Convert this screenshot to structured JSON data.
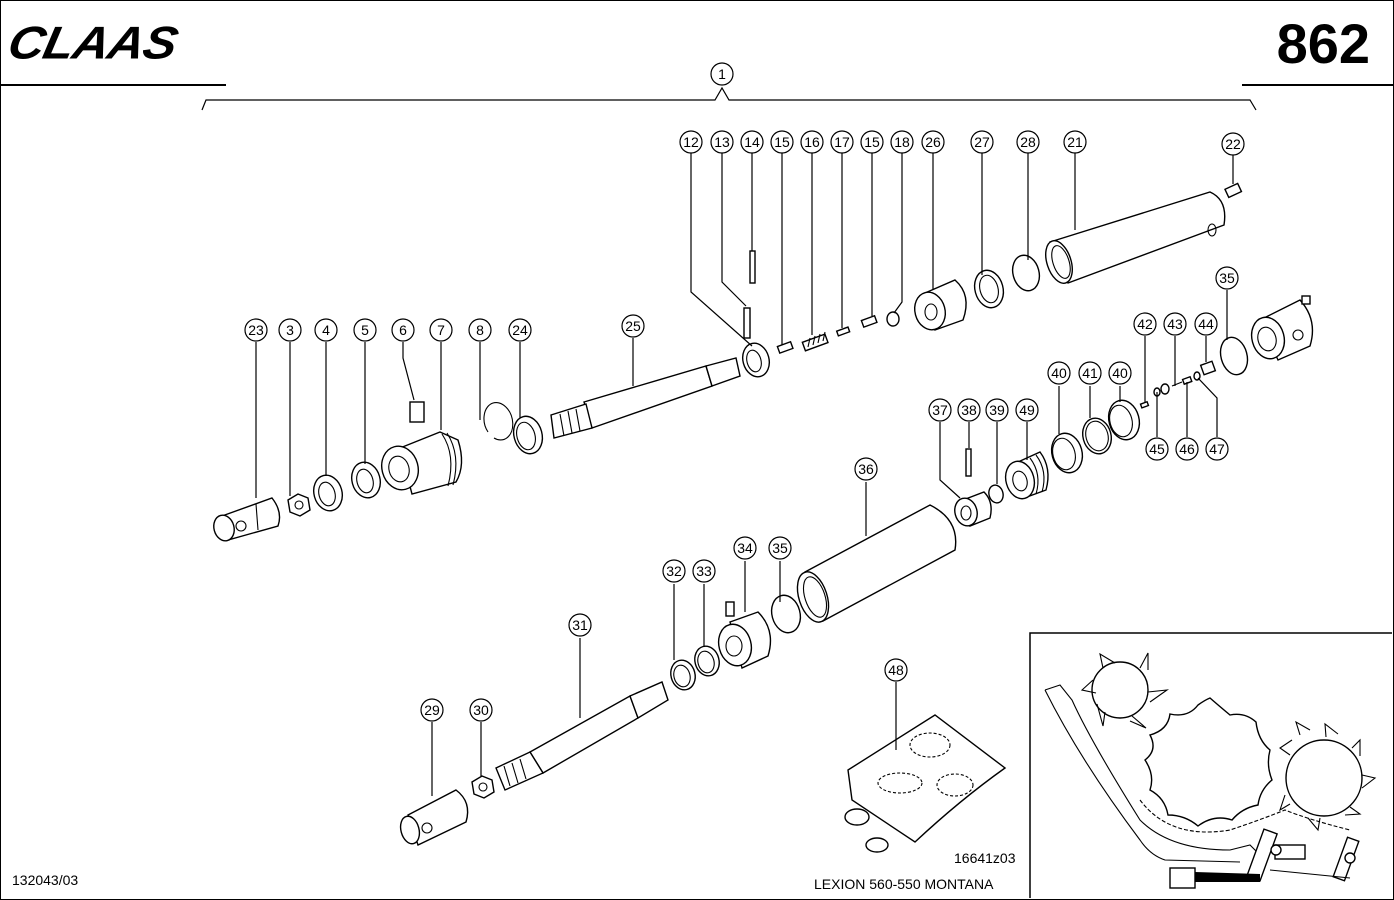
{
  "header": {
    "brand": "CLAAS",
    "page_number": "862"
  },
  "footer": {
    "document_code": "132043/03",
    "drawing_number": "16641z03",
    "model": "LEXION 560-550 MONTANA"
  },
  "assembly_callout": "1",
  "callouts": {
    "c12": "12",
    "c13": "13",
    "c14": "14",
    "c15a": "15",
    "c16": "16",
    "c17": "17",
    "c15b": "15",
    "c18": "18",
    "c26": "26",
    "c27": "27",
    "c28": "28",
    "c21": "21",
    "c22": "22",
    "c23": "23",
    "c3": "3",
    "c4": "4",
    "c5": "5",
    "c6": "6",
    "c7": "7",
    "c8": "8",
    "c24": "24",
    "c25": "25",
    "c35a": "35",
    "c42": "42",
    "c43": "43",
    "c44": "44",
    "c45": "45",
    "c46": "46",
    "c47": "47",
    "c40a": "40",
    "c41": "41",
    "c40b": "40",
    "c37": "37",
    "c38": "38",
    "c39": "39",
    "c49": "49",
    "c36": "36",
    "c32": "32",
    "c33": "33",
    "c34": "34",
    "c35b": "35",
    "c31": "31",
    "c29": "29",
    "c30": "30",
    "c48": "48"
  }
}
